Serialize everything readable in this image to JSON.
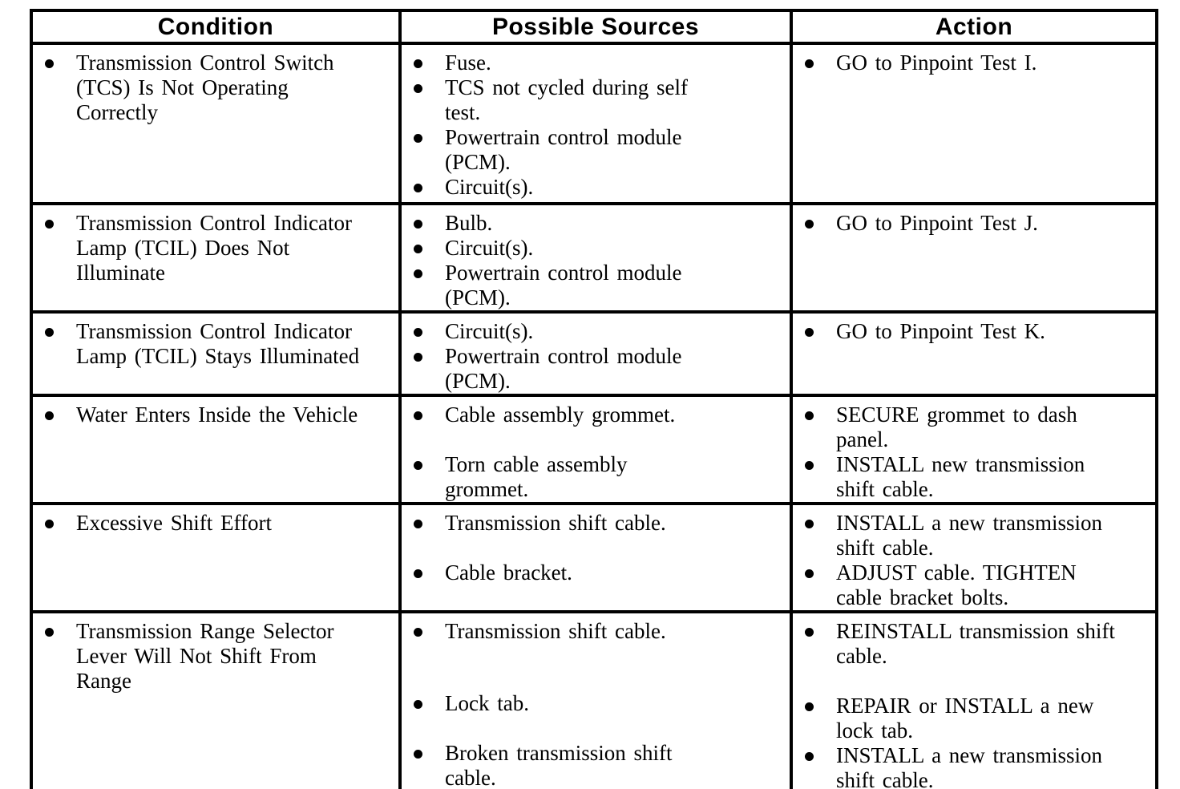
{
  "table": {
    "headers": [
      {
        "label": "Condition"
      },
      {
        "label": "Possible Sources"
      },
      {
        "label": "Action"
      }
    ],
    "rows": [
      {
        "condition": [
          {
            "text": "Transmission Control Switch (TCS) Is Not Operating Correctly",
            "gap": 0
          }
        ],
        "sources": [
          {
            "text": "Fuse.",
            "gap": 0
          },
          {
            "text": "TCS not cycled during self test.",
            "gap": 0
          },
          {
            "text": "Powertrain control module (PCM).",
            "gap": 0
          },
          {
            "text": "Circuit(s).",
            "gap": 0
          }
        ],
        "actions": [
          {
            "text": "GO to Pinpoint Test I.",
            "gap": 0
          }
        ]
      },
      {
        "condition": [
          {
            "text": "Transmission Control Indicator Lamp (TCIL) Does Not Illuminate",
            "gap": 0
          }
        ],
        "sources": [
          {
            "text": "Bulb.",
            "gap": 0
          },
          {
            "text": "Circuit(s).",
            "gap": 0
          },
          {
            "text": "Powertrain control module (PCM).",
            "gap": 0
          }
        ],
        "actions": [
          {
            "text": "GO to Pinpoint Test J.",
            "gap": 0
          }
        ]
      },
      {
        "condition": [
          {
            "text": "Transmission Control Indicator Lamp (TCIL) Stays Illuminated",
            "gap": 0
          }
        ],
        "sources": [
          {
            "text": "Circuit(s).",
            "gap": 0
          },
          {
            "text": "Powertrain control module (PCM).",
            "gap": 0
          }
        ],
        "actions": [
          {
            "text": "GO to Pinpoint Test K.",
            "gap": 0
          }
        ]
      },
      {
        "condition": [
          {
            "text": "Water Enters Inside the Vehicle",
            "gap": 0
          }
        ],
        "sources": [
          {
            "text": "Cable assembly grommet.",
            "gap": 0
          },
          {
            "text": "Torn cable assembly grommet.",
            "gap": 1
          }
        ],
        "actions": [
          {
            "text": "SECURE grommet to dash panel.",
            "gap": 0
          },
          {
            "text": "INSTALL new transmission shift cable.",
            "gap": 0
          }
        ]
      },
      {
        "condition": [
          {
            "text": "Excessive Shift Effort",
            "gap": 0
          }
        ],
        "sources": [
          {
            "text": "Transmission shift cable.",
            "gap": 0
          },
          {
            "text": "Cable bracket.",
            "gap": 1
          }
        ],
        "actions": [
          {
            "text": "INSTALL a new transmission shift cable.",
            "gap": 0
          },
          {
            "text": "ADJUST cable. TIGHTEN cable bracket bolts.",
            "gap": 0
          }
        ]
      },
      {
        "condition": [
          {
            "text": "Transmission Range Selector Lever Will Not Shift From Range",
            "gap": 0
          }
        ],
        "sources": [
          {
            "text": "Transmission shift cable.",
            "gap": 0
          },
          {
            "text": "Lock tab.",
            "gap": 2
          },
          {
            "text": "Broken transmission shift cable.",
            "gap": 1
          }
        ],
        "actions": [
          {
            "text": "REINSTALL transmission shift cable.",
            "gap": 0
          },
          {
            "text": "REPAIR or INSTALL a new lock tab.",
            "gap": 1
          },
          {
            "text": "INSTALL a new transmission shift cable.",
            "gap": 0
          }
        ]
      }
    ]
  },
  "colors": {
    "border": "#000000",
    "text": "#000000",
    "background": "#ffffff"
  }
}
